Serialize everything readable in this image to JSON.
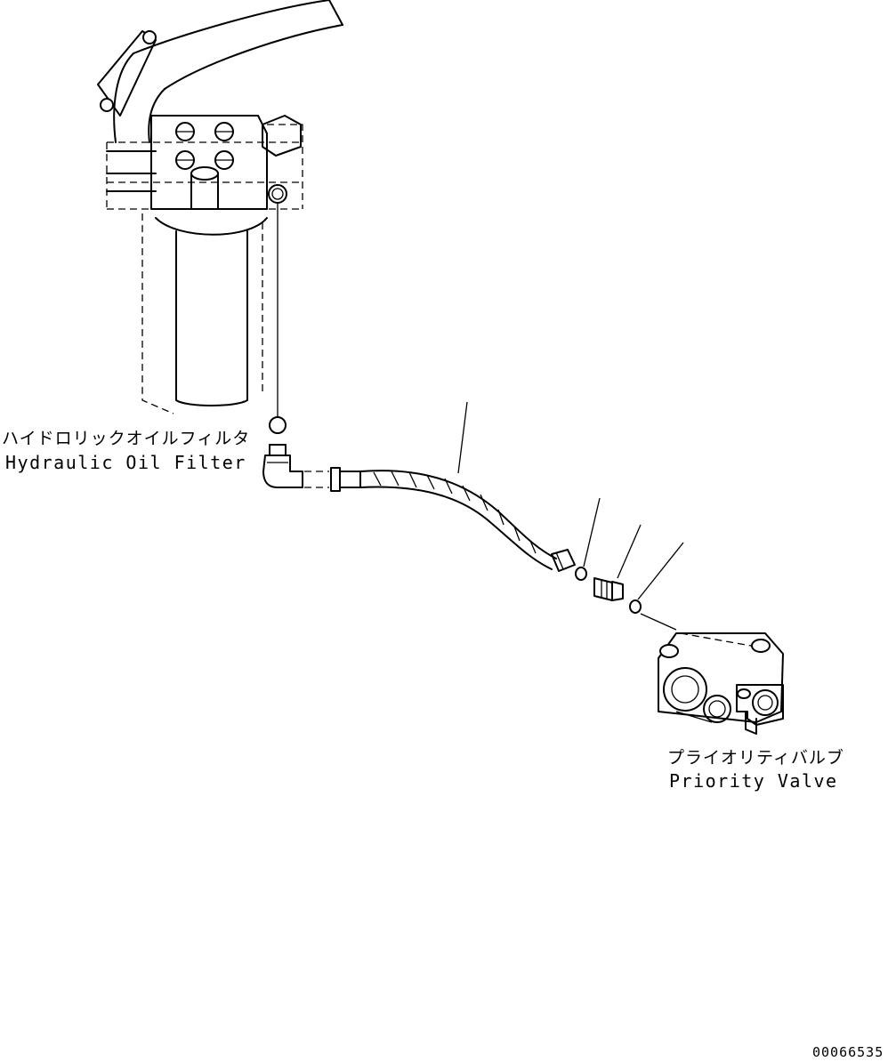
{
  "labels": {
    "filter_jp": "ハイドロリックオイルフィルタ",
    "filter_en": "Hydraulic Oil Filter",
    "valve_jp": "プライオリティバルブ",
    "valve_en": "Priority Valve",
    "drawing_no": "00066535"
  },
  "colors": {
    "line": "#000000",
    "background": "#ffffff"
  }
}
